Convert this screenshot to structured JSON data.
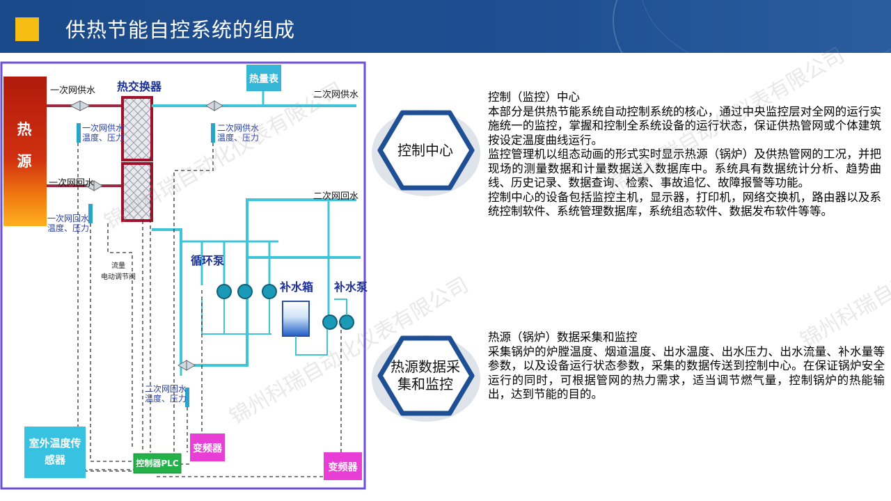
{
  "header": {
    "title": "供热节能自控系统的组成"
  },
  "diagram": {
    "heat_source": "热源",
    "primary_supply": "一次网供水",
    "primary_return": "一次网回水",
    "heat_exchanger": "热交换器",
    "heat_meter": "热量表",
    "secondary_supply": "二次网供水",
    "secondary_return": "二次网回水",
    "primary_supply_sensor": "一次网供水温度、压力",
    "secondary_supply_sensor": "二次网供水温度、压力",
    "primary_return_sensor": "一次网回水温度、压力",
    "secondary_return_sensor": "二次网回水温度、压力",
    "flow_valve_line1": "流量",
    "flow_valve_line2": "电动调节阀",
    "circulation_pump": "循环泵",
    "makeup_tank": "补水箱",
    "makeup_pump": "补水泵",
    "outdoor_sensor": "室外温度传感器",
    "plc": "控制器PLC",
    "vfd_1": "变频器",
    "vfd_2": "变频器"
  },
  "sections": [
    {
      "badge": "控制中心",
      "heading": "控制（监控）中心",
      "paragraphs": [
        "本部分是供热节能系统自动控制系统的核心，通过中央监控层对全网的运行实施统一的监控，掌握和控制全系统设备的运行状态，保证供热管网或个体建筑按设定温度曲线运行。",
        "监控管理机以组态动画的形式实时显示热源（锅炉）及供热管网的工况，并把现场的测量数据和计量数据送入数据库中。系统具有数据统计分析、趋势曲线、历史记录、数据查询、检索、事故追忆、故障报警等功能。",
        "控制中心的设备包括监控主机，显示器，打印机，网络交换机，路由器以及系统控制软件、系统管理数据库，系统组态软件、数据发布软件等等。"
      ]
    },
    {
      "badge": "热源数据采集和监控",
      "heading": "热源（锅炉）数据采集和监控",
      "paragraphs": [
        "采集锅炉的炉膛温度、烟道温度、出水温度、出水压力、出水流量、补水量等参数，以及设备运行状态参数，采集的数据传送到控制中心。在保证锅炉安全运行的同时，可根据管网的热力需求，适当调节燃气量，控制锅炉的热能输出，达到节能的目的。"
      ]
    }
  ],
  "watermark": "锦州科瑞自动化仪表有限公司",
  "colors": {
    "header": "#1d4f92",
    "accent": "#f6bd12",
    "pipe": "#3ec6d8",
    "badge_border": "#1e4f95"
  }
}
